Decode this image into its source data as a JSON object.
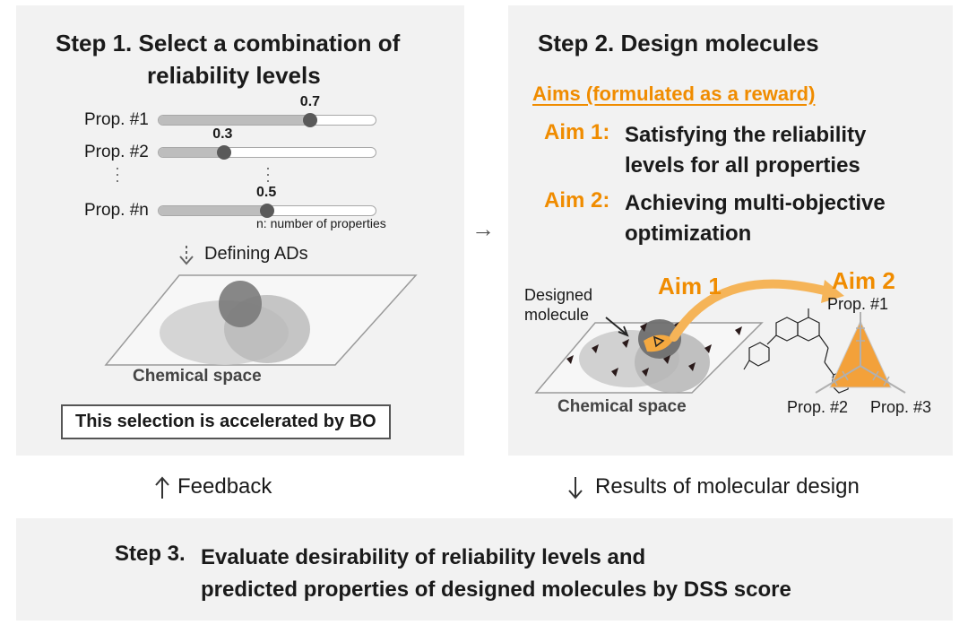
{
  "step1": {
    "title_line1": "Step 1.  Select a combination of",
    "title_line2": "reliability levels",
    "sliders": [
      {
        "label": "Prop. #1",
        "value": 0.7,
        "value_text": "0.7"
      },
      {
        "label": "Prop. #2",
        "value": 0.3,
        "value_text": "0.3"
      },
      {
        "label": "Prop. #n",
        "value": 0.5,
        "value_text": "0.5"
      }
    ],
    "n_note": "n: number of properties",
    "defining_label": "Defining ADs",
    "space_label": "Chemical space",
    "accelerated_box": "This selection is accelerated by BO"
  },
  "step2": {
    "title": "Step 2.  Design molecules",
    "aims_header": "Aims (formulated as a reward)",
    "aims": [
      {
        "tag": "Aim 1:",
        "line1": "Satisfying the reliability",
        "line2": "levels for all properties"
      },
      {
        "tag": "Aim 2:",
        "line1": "Achieving multi-objective",
        "line2": "optimization"
      }
    ],
    "aim1_label": "Aim 1",
    "aim2_label": "Aim 2",
    "designed_line1": "Designed",
    "designed_line2": "molecule",
    "space_label": "Chemical space",
    "radar_props": [
      "Prop. #1",
      "Prop. #2",
      "Prop. #3"
    ]
  },
  "arrow_right": "→",
  "feedback_label": "Feedback",
  "results_label": "Results of molecular design",
  "step3": {
    "tag": "Step 3.",
    "line1": "Evaluate desirability of reliability levels and",
    "line2": "predicted properties of designed molecules by DSS score"
  },
  "colors": {
    "accent": "#f08c00",
    "panel": "#f2f2f2",
    "text": "#1a1a1a"
  }
}
